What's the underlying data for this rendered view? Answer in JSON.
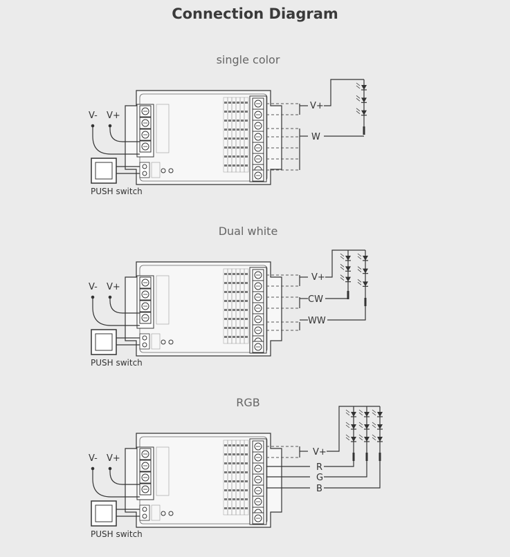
{
  "title": "Connection Diagram",
  "sections": [
    {
      "title": "single color",
      "vminus": "V-",
      "vplus": "V+",
      "switch_label": "PUSH switch",
      "outputs": [
        "V+",
        "W"
      ]
    },
    {
      "title": "Dual white",
      "vminus": "V-",
      "vplus": "V+",
      "switch_label": "PUSH switch",
      "outputs": [
        "V+",
        "CW",
        "WW"
      ]
    },
    {
      "title": "RGB",
      "vminus": "V-",
      "vplus": "V+",
      "switch_label": "PUSH switch",
      "outputs": [
        "V+",
        "R",
        "G",
        "B"
      ]
    }
  ],
  "colors": {
    "line": "#333333",
    "background": "#ebebeb",
    "title": "#3a3a3a",
    "subtitle": "#666666"
  }
}
